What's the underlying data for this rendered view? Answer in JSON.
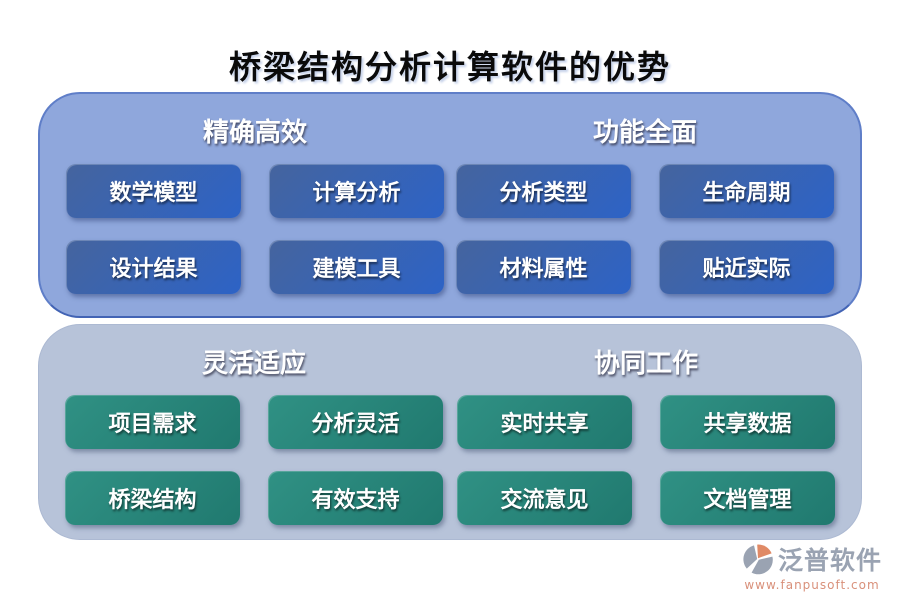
{
  "title": "桥梁结构分析计算软件的优势",
  "panels": [
    {
      "name": "top-blue-panel",
      "sections": [
        {
          "heading": "精确高效",
          "items": [
            "数学模型",
            "计算分析",
            "设计结果",
            "建模工具"
          ]
        },
        {
          "heading": "功能全面",
          "items": [
            "分析类型",
            "生命周期",
            "材料属性",
            "贴近实际"
          ]
        }
      ]
    },
    {
      "name": "bottom-gray-panel",
      "sections": [
        {
          "heading": "灵活适应",
          "items": [
            "项目需求",
            "分析灵活",
            "桥梁结构",
            "有效支持"
          ]
        },
        {
          "heading": "协同工作",
          "items": [
            "实时共享",
            "共享数据",
            "交流意见",
            "文档管理"
          ]
        }
      ]
    }
  ],
  "footer": {
    "brand": "泛普软件",
    "url": "www.fanpusoft.com"
  },
  "colors": {
    "panel_top_bg": "#8FA7DC",
    "panel_top_border": "#5F7EC8",
    "panel_bottom_bg": "#B7C3D9",
    "chip_blue_start": "#45649E",
    "chip_blue_end": "#2D63C6",
    "chip_green_start": "#309184",
    "chip_green_end": "#20796F",
    "title_text": "#0A0A0A",
    "heading_text": "#FFFFFF",
    "brand_gray": "#9AA3B2",
    "brand_orange": "#E08A66",
    "url_color": "#D9907A"
  }
}
